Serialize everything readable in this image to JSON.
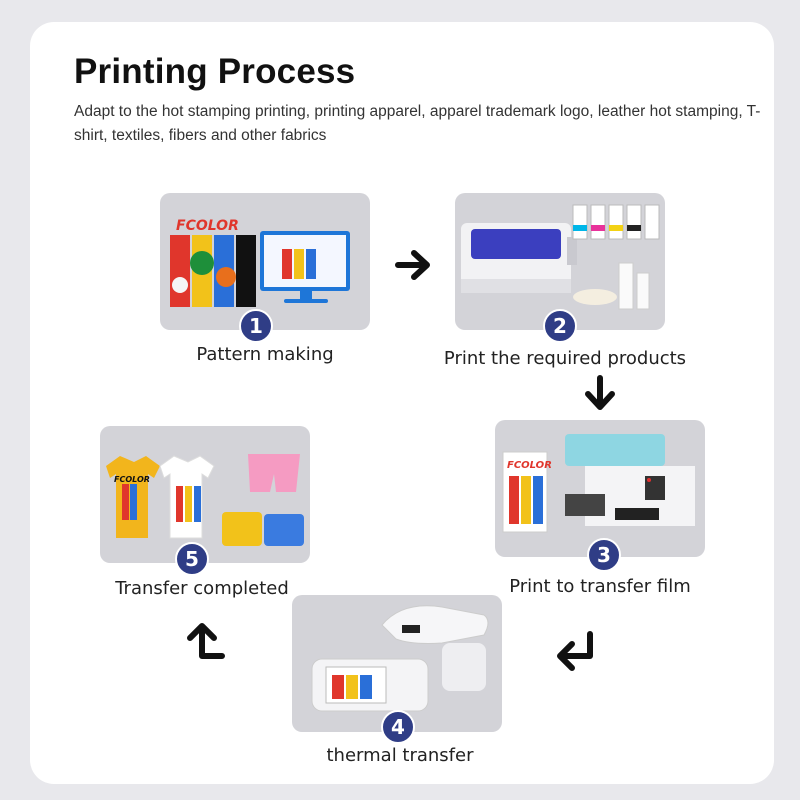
{
  "header": {
    "title": "Printing Process",
    "subtitle": "Adapt to the hot stamping printing, printing apparel, apparel trademark logo, leather hot stamping, T-shirt, textiles, fibers and other fabrics"
  },
  "steps": [
    {
      "number": "1",
      "caption": "Pattern making",
      "logo_text": "FCOLOR"
    },
    {
      "number": "2",
      "caption": "Print the required products"
    },
    {
      "number": "3",
      "caption": "Print to transfer film",
      "logo_text": "FCOLOR"
    },
    {
      "number": "4",
      "caption": "thermal transfer"
    },
    {
      "number": "5",
      "caption": "Transfer completed",
      "logo_text": "FCOLOR"
    }
  ],
  "colors": {
    "badge": "#2f3d86",
    "box": "#d3d3d8",
    "arrow": "#111111"
  }
}
